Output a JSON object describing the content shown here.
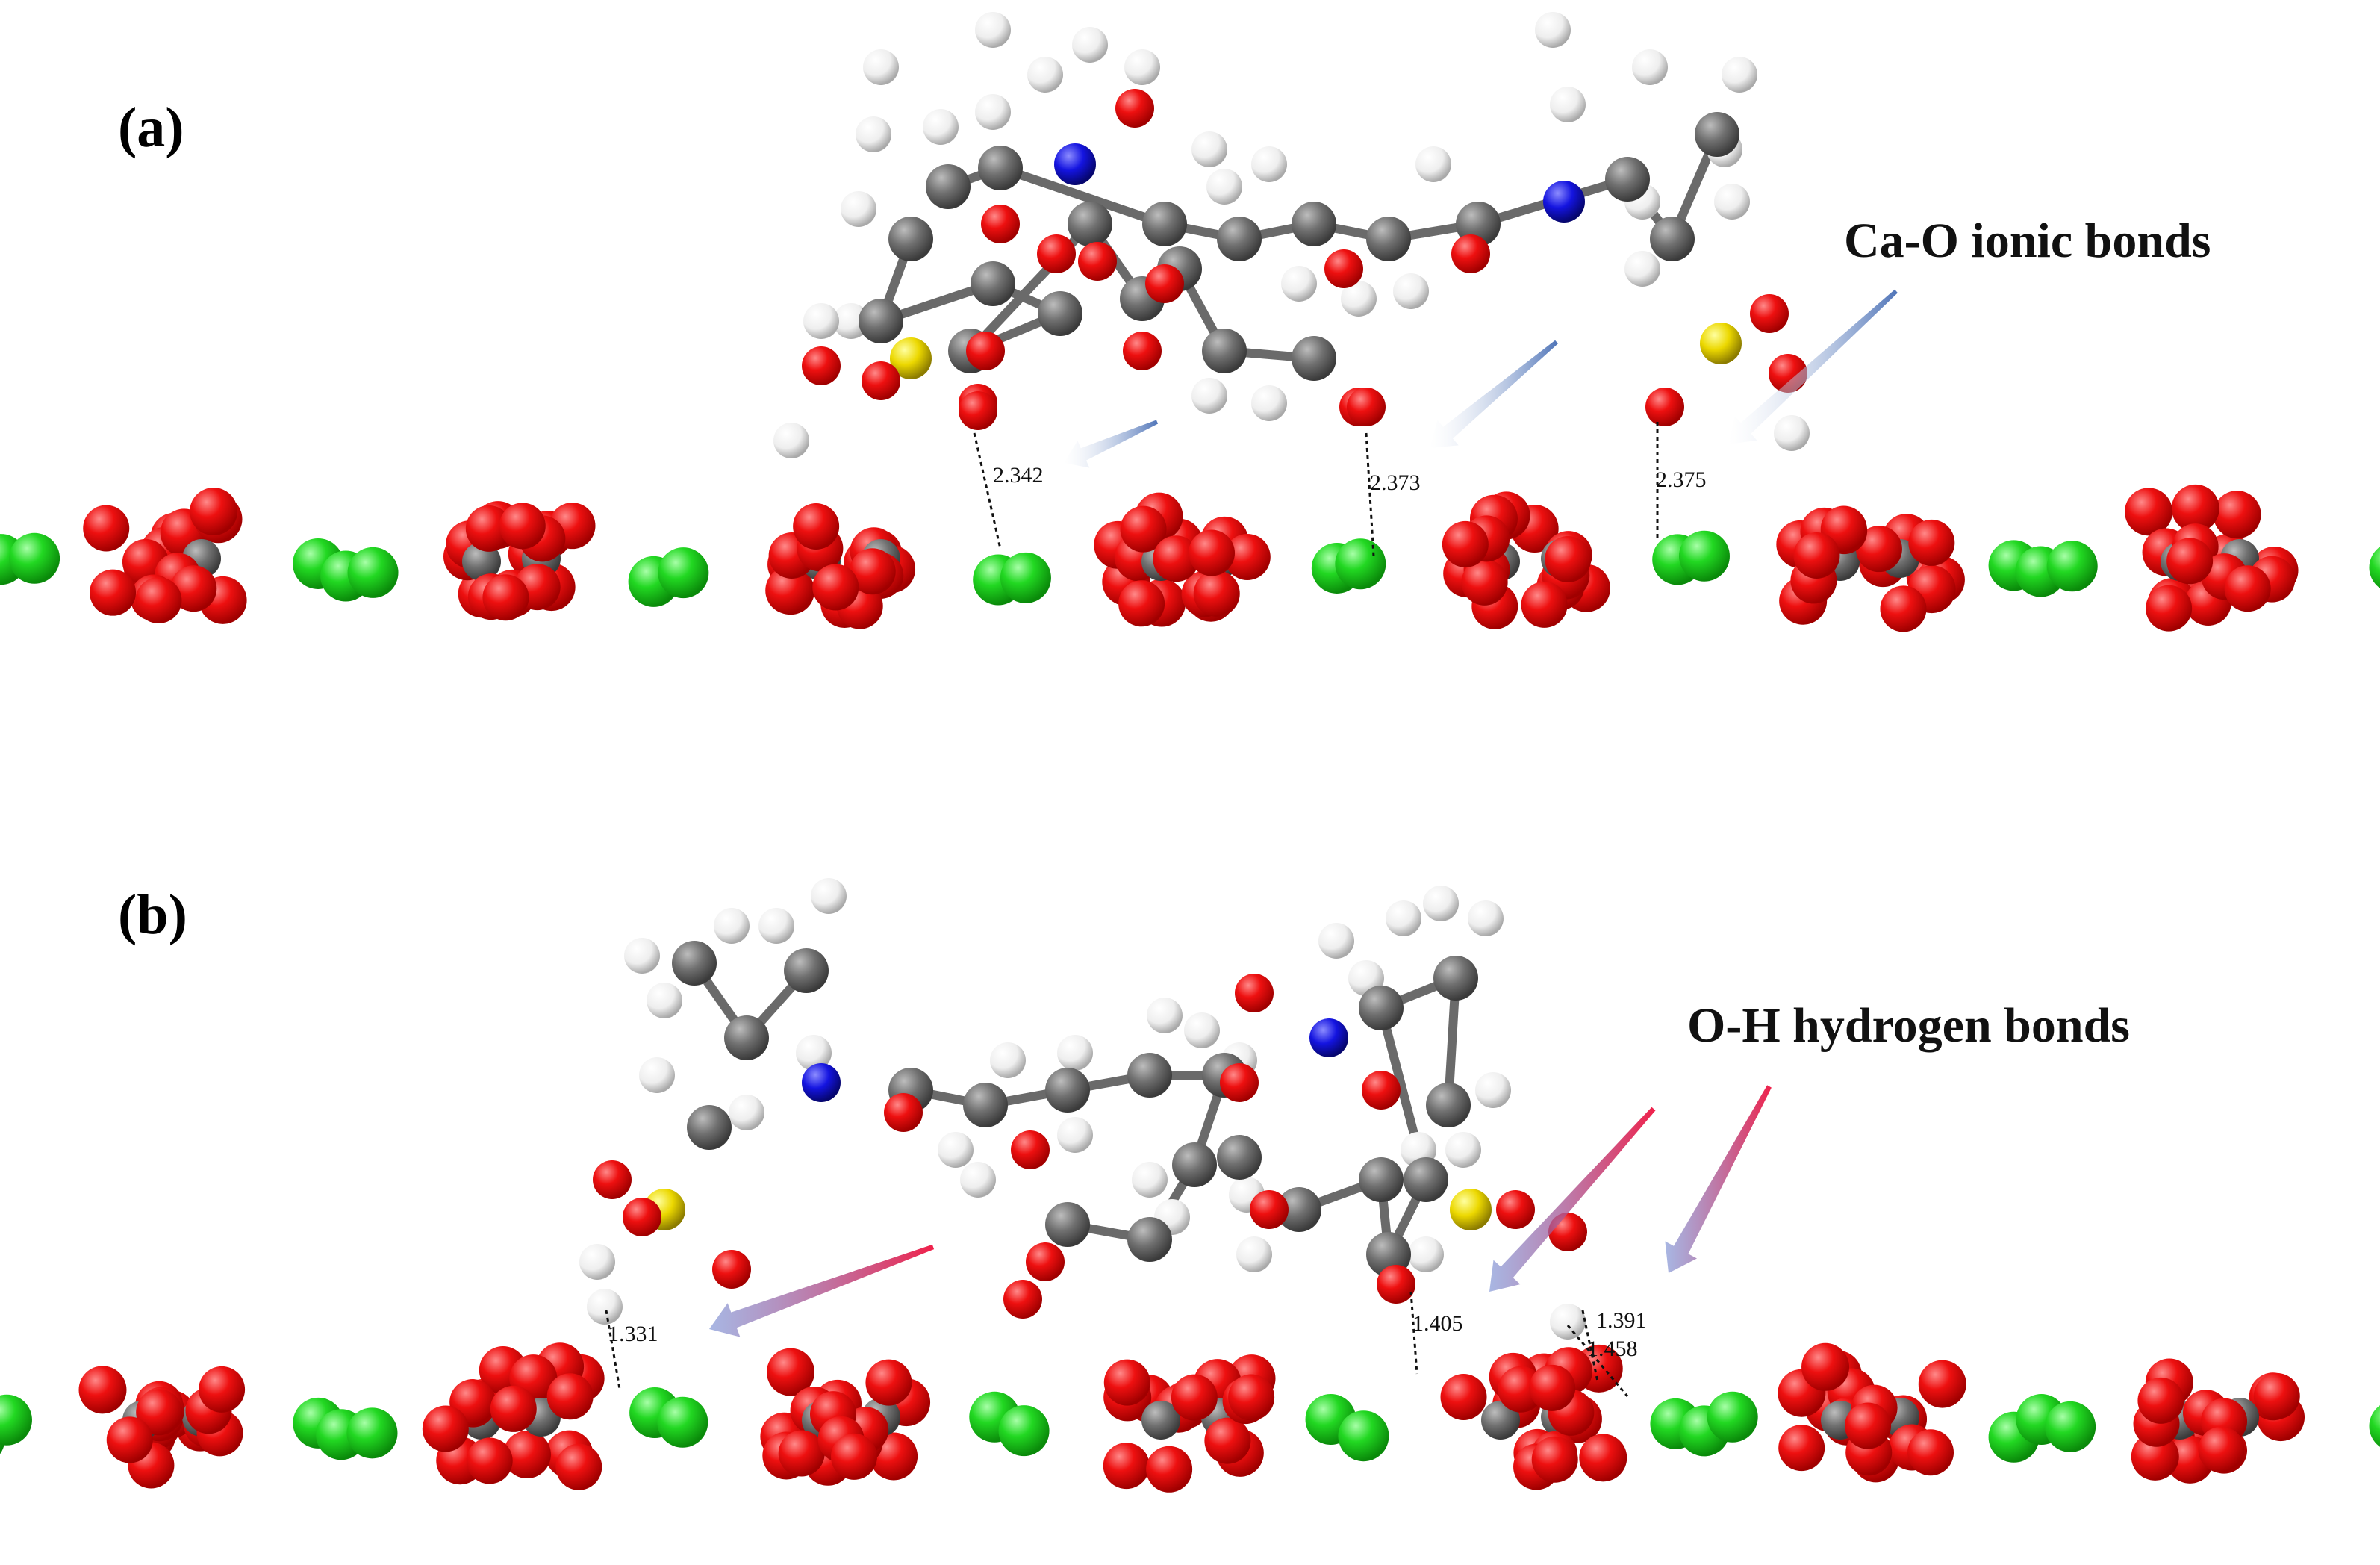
{
  "panels": [
    {
      "label": "(a)",
      "annotation": "Ca-O ionic bonds",
      "distances": [
        "2.342",
        "2.373",
        "2.375"
      ]
    },
    {
      "label": "(b)",
      "annotation": "O-H hydrogen bonds",
      "distances": [
        "1.331",
        "1.405",
        "1.391",
        "1.458"
      ]
    }
  ],
  "colors": {
    "oxygen": "#e00000",
    "calcium": "#18d418",
    "carbon": "#6e6e6e",
    "hydrogen": "#f2f2f2",
    "nitrogen": "#1010e0",
    "sulfur": "#e8d400",
    "arrow_blue": "#5a7fc0",
    "arrow_red": "#e83050"
  }
}
